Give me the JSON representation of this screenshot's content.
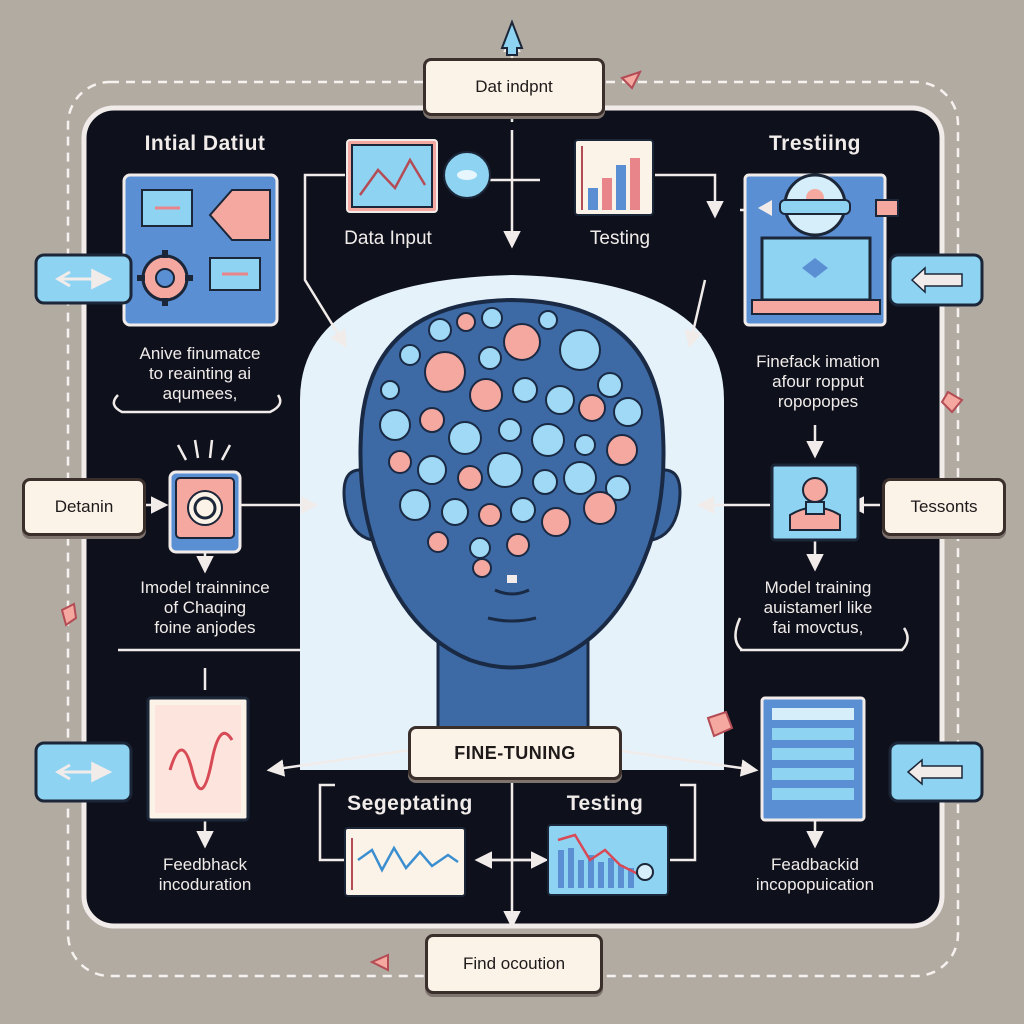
{
  "colors": {
    "background": "#b2aba2",
    "panel": "#0e111c",
    "panel_border": "#f1ecea",
    "halo": "#e6f2fa",
    "head": "#3d6aa4",
    "accent_blue": "#7fc9ee",
    "accent_pink": "#f2a9a0",
    "cream": "#fbf2e8"
  },
  "labels": {
    "top_box": "Dat indpnt",
    "left_box": "Detanin",
    "right_box": "Tessonts",
    "center_box": "FINE-TUNING",
    "bottom_box": "Find ocoution"
  },
  "headings": {
    "top_left": "Intial Datiut",
    "top_right": "Trestiing"
  },
  "captions": {
    "data_input": "Data Input",
    "testing_top": "Testing",
    "segmenting": "Segeptating",
    "testing_bottom": "Testing"
  },
  "blocks": {
    "left_upper": [
      "Anive finumatce",
      "to reainting ai",
      "aqumees,"
    ],
    "right_upper": [
      "Finefack imation",
      "afour ropput",
      "ropopopes"
    ],
    "left_middle": [
      "Imodel trainnince",
      "of Chaqing",
      "foine anjodes"
    ],
    "right_middle": [
      "Model training",
      "auistamerl like",
      "fai movctus,"
    ],
    "left_lower": [
      "Feedbhack",
      "incoduration"
    ],
    "right_lower": [
      "Feadbackid",
      "incopopuication"
    ]
  },
  "icons": [
    "window-icon",
    "gear-icon",
    "arrow-icon",
    "line-chart-icon",
    "bar-chart-icon",
    "circle-icon",
    "robot-icon",
    "monitor-icon",
    "device-icon",
    "person-icon",
    "list-icon",
    "wave-icon",
    "brain-icon",
    "head-icon",
    "bell-icon"
  ]
}
